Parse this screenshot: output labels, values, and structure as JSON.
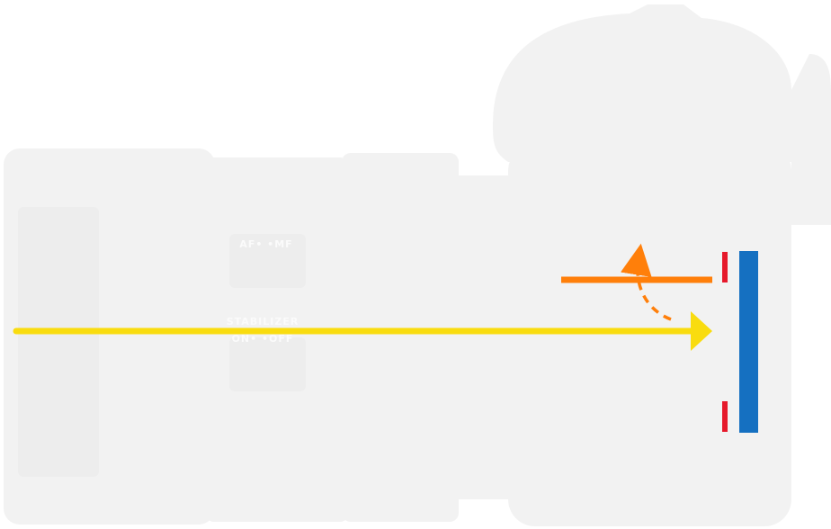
{
  "lens_markings": {
    "focus_switch": "AF• •MF",
    "stabilizer_title": "STABILIZER",
    "stabilizer_switch": "ON• •OFF"
  },
  "colors": {
    "camera_body": "#f2f2f2",
    "light_path": "#f9dc0f",
    "mirror": "#ff7f0a",
    "mirror_swing": "#ff7f0a",
    "shutter": "#e6192b",
    "sensor": "#1570c1"
  },
  "elements": {
    "light_path": "yellow-arrow",
    "mirror": "orange-bar",
    "mirror_motion": "dashed-curved-arrow",
    "shutter": "red-bars",
    "sensor": "blue-bar"
  }
}
